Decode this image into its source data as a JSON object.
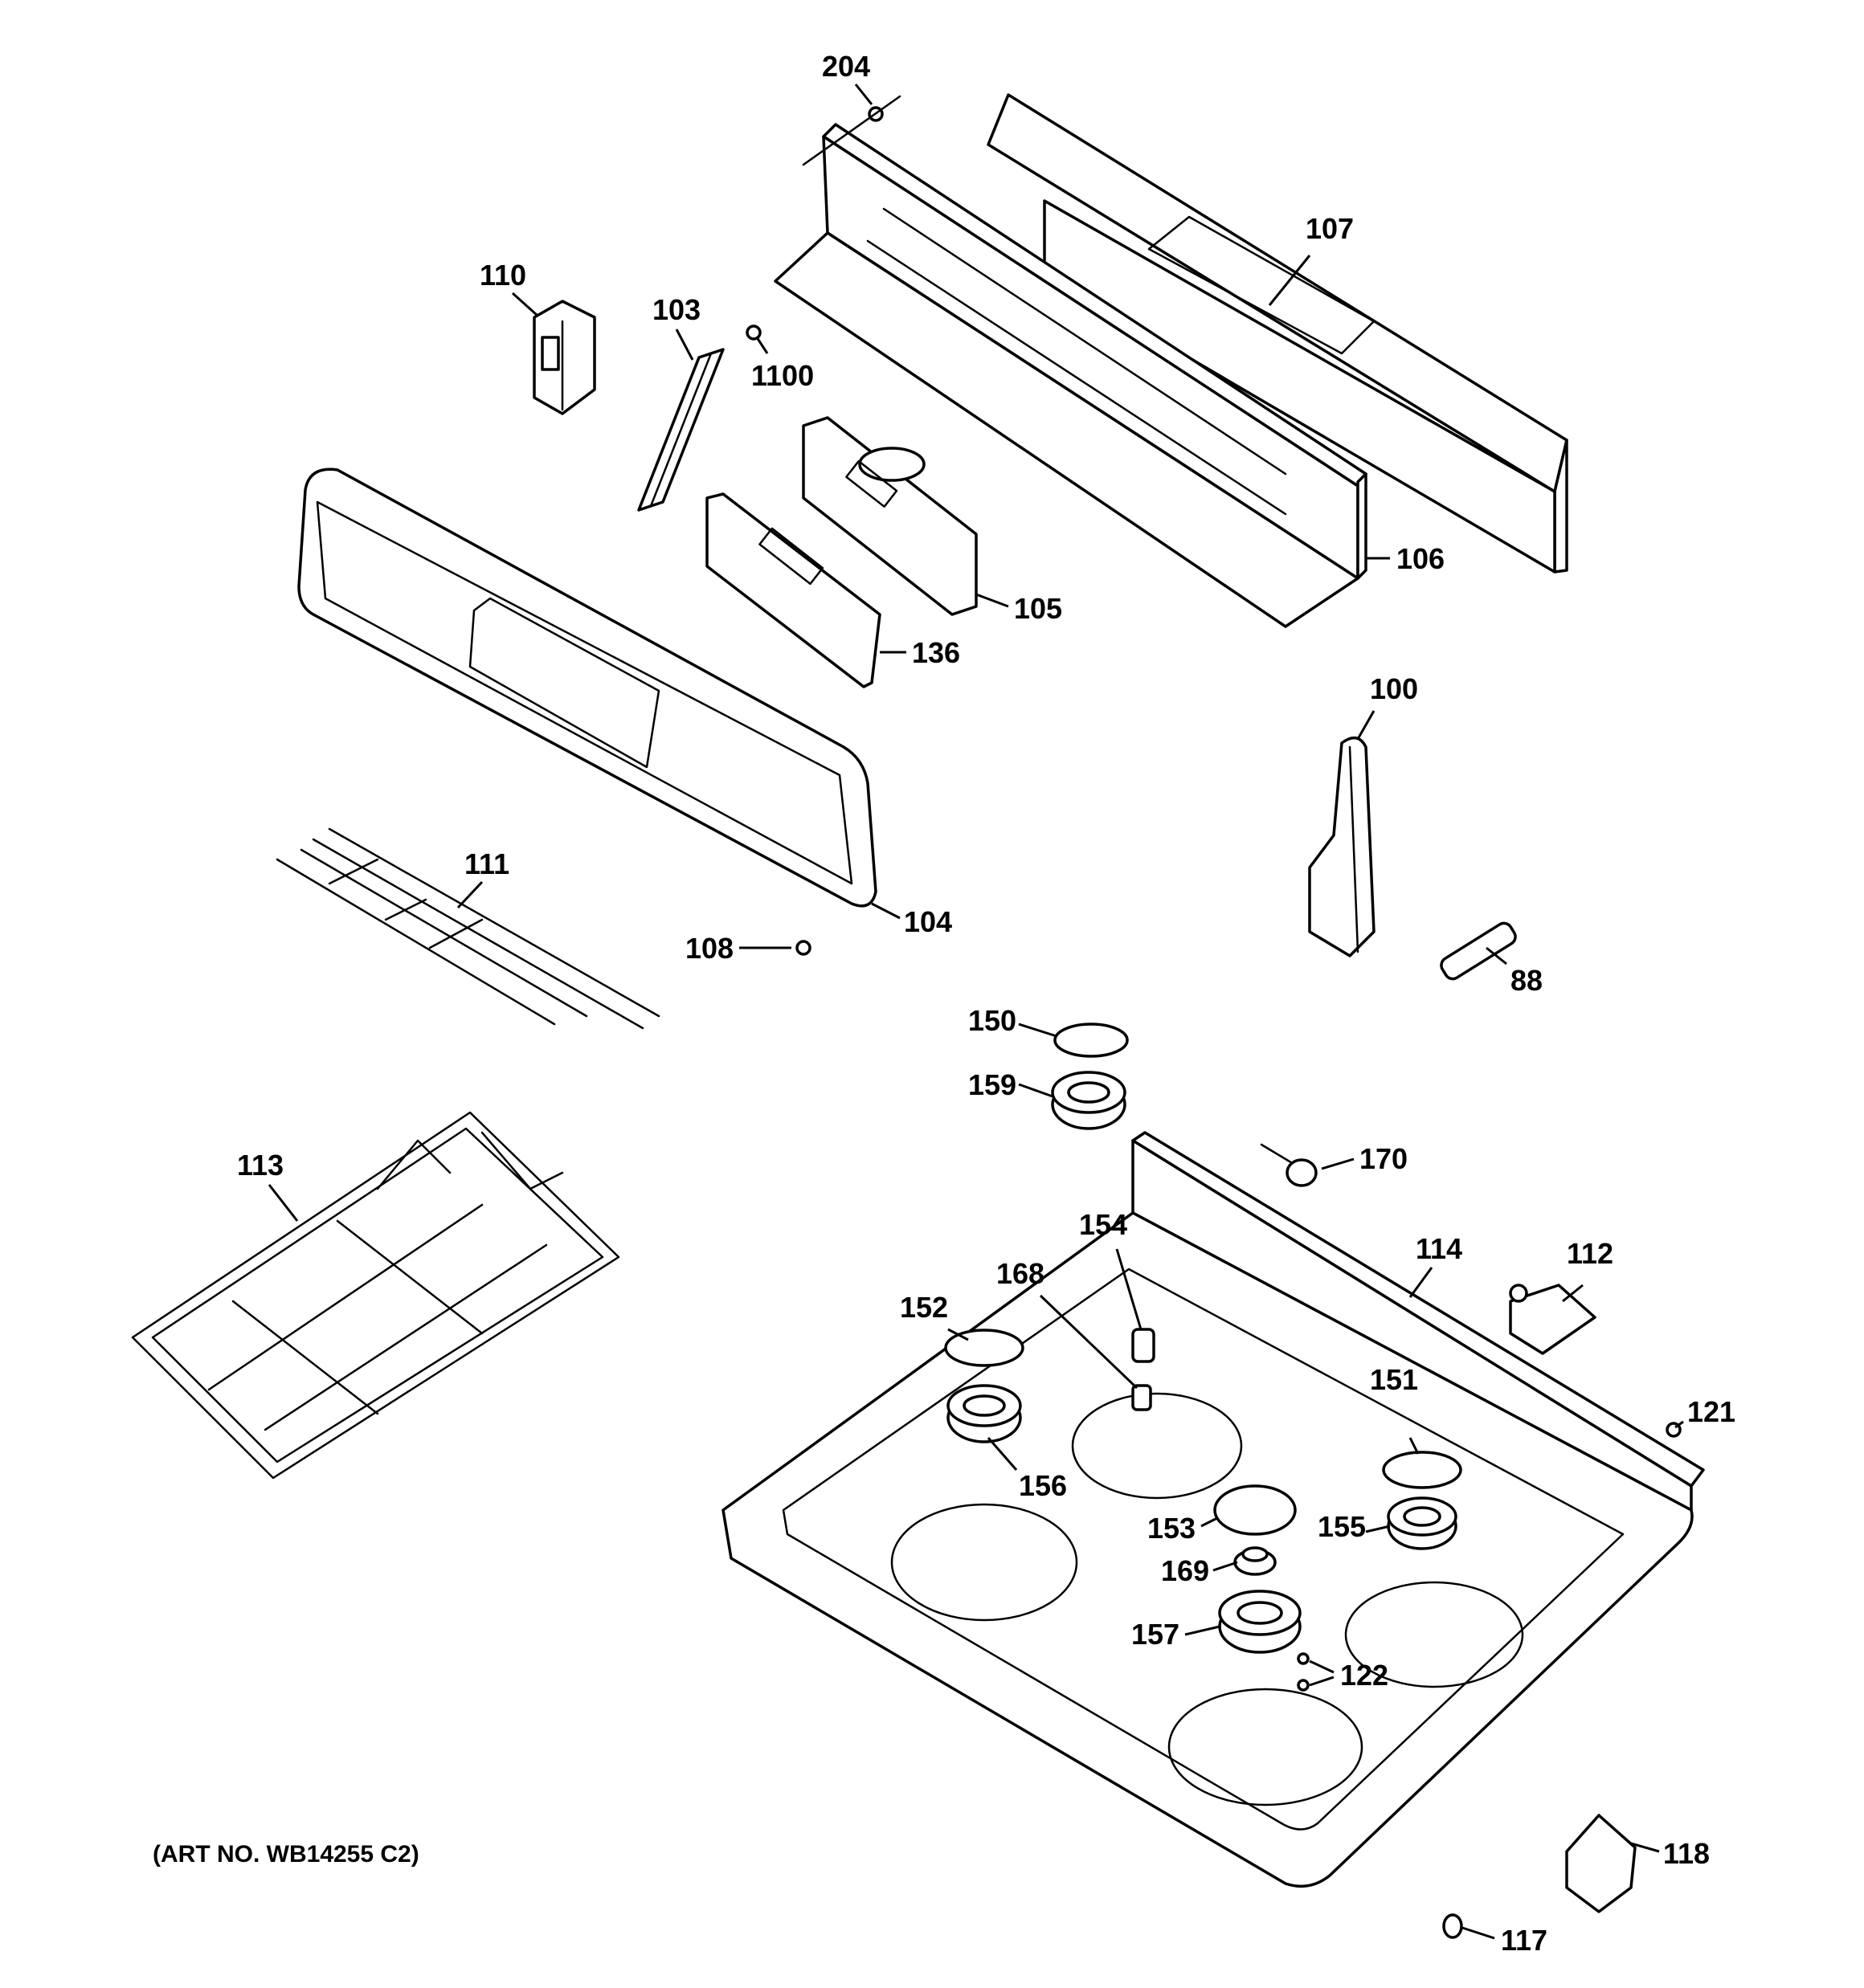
{
  "art_number": "(ART NO. WB14255 C2)",
  "callouts": [
    {
      "id": "204",
      "label": "204"
    },
    {
      "id": "107",
      "label": "107"
    },
    {
      "id": "110",
      "label": "110"
    },
    {
      "id": "103",
      "label": "103"
    },
    {
      "id": "1100",
      "label": "1100"
    },
    {
      "id": "106",
      "label": "106"
    },
    {
      "id": "105",
      "label": "105"
    },
    {
      "id": "136",
      "label": "136"
    },
    {
      "id": "100",
      "label": "100"
    },
    {
      "id": "111",
      "label": "111"
    },
    {
      "id": "104",
      "label": "104"
    },
    {
      "id": "108",
      "label": "108"
    },
    {
      "id": "88",
      "label": "88"
    },
    {
      "id": "150",
      "label": "150"
    },
    {
      "id": "159",
      "label": "159"
    },
    {
      "id": "170",
      "label": "170"
    },
    {
      "id": "113",
      "label": "113"
    },
    {
      "id": "154",
      "label": "154"
    },
    {
      "id": "114",
      "label": "114"
    },
    {
      "id": "112",
      "label": "112"
    },
    {
      "id": "152",
      "label": "152"
    },
    {
      "id": "168",
      "label": "168"
    },
    {
      "id": "151",
      "label": "151"
    },
    {
      "id": "121",
      "label": "121"
    },
    {
      "id": "156",
      "label": "156"
    },
    {
      "id": "153",
      "label": "153"
    },
    {
      "id": "155",
      "label": "155"
    },
    {
      "id": "169",
      "label": "169"
    },
    {
      "id": "157",
      "label": "157"
    },
    {
      "id": "122",
      "label": "122"
    },
    {
      "id": "118",
      "label": "118"
    },
    {
      "id": "117",
      "label": "117"
    }
  ]
}
